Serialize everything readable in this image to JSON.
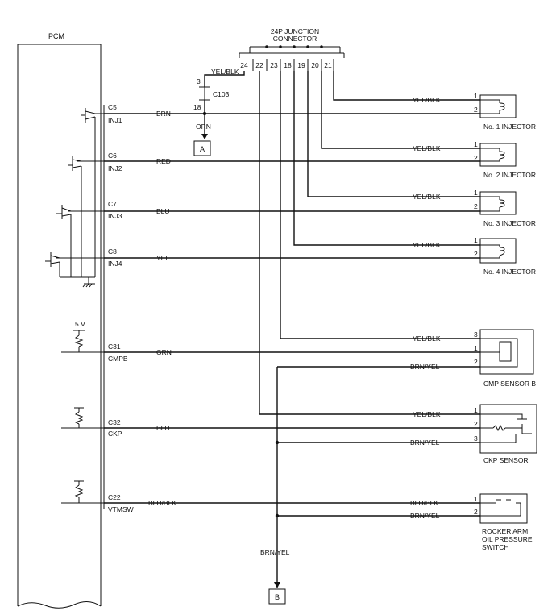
{
  "pcm": {
    "title": "PCM"
  },
  "junction": {
    "title_line1": "24P JUNCTION",
    "title_line2": "CONNECTOR",
    "pins": [
      "24",
      "22",
      "23",
      "18",
      "19",
      "20",
      "21"
    ]
  },
  "c103": {
    "label": "C103",
    "pin_top": "3",
    "pin_bottom": "18",
    "wire_top": "YEL/BLK",
    "wire_bottom": "ORN",
    "ref": "A"
  },
  "terminals": [
    {
      "code": "C5",
      "name": "INJ1",
      "wire": "BRN"
    },
    {
      "code": "C6",
      "name": "INJ2",
      "wire": "RED"
    },
    {
      "code": "C7",
      "name": "INJ3",
      "wire": "BLU"
    },
    {
      "code": "C8",
      "name": "INJ4",
      "wire": "YEL"
    },
    {
      "code": "C31",
      "name": "CMPB",
      "wire": "GRN"
    },
    {
      "code": "C32",
      "name": "CKP",
      "wire": "BLU"
    },
    {
      "code": "C22",
      "name": "VTMSW",
      "wire": "BLU/BLK"
    }
  ],
  "supply": {
    "label": "5 V"
  },
  "injectors": [
    {
      "label": "No. 1 INJECTOR",
      "wire": "YEL/BLK",
      "pin1": "1",
      "pin2": "2"
    },
    {
      "label": "No. 2 INJECTOR",
      "wire": "YEL/BLK",
      "pin1": "1",
      "pin2": "2"
    },
    {
      "label": "No. 3 INJECTOR",
      "wire": "YEL/BLK",
      "pin1": "1",
      "pin2": "2"
    },
    {
      "label": "No. 4 INJECTOR",
      "wire": "YEL/BLK",
      "pin1": "1",
      "pin2": "2"
    }
  ],
  "cmp": {
    "label": "CMP SENSOR B",
    "wire_pin3": "YEL/BLK",
    "wire_pin2": "BRN/YEL",
    "pins": [
      "3",
      "1",
      "2"
    ]
  },
  "ckp": {
    "label": "CKP SENSOR",
    "wire_pin1": "YEL/BLK",
    "wire_pin3": "BRN/YEL",
    "pins": [
      "1",
      "2",
      "3"
    ]
  },
  "oil": {
    "label_line1": "ROCKER ARM",
    "label_line2": "OIL PRESSURE",
    "label_line3": "SWITCH",
    "wire_pin1": "BLU/BLK",
    "wire_pin2": "BRN/YEL",
    "pins": [
      "1",
      "2"
    ]
  },
  "ground": {
    "wire": "BRN/YEL",
    "ref": "B"
  }
}
